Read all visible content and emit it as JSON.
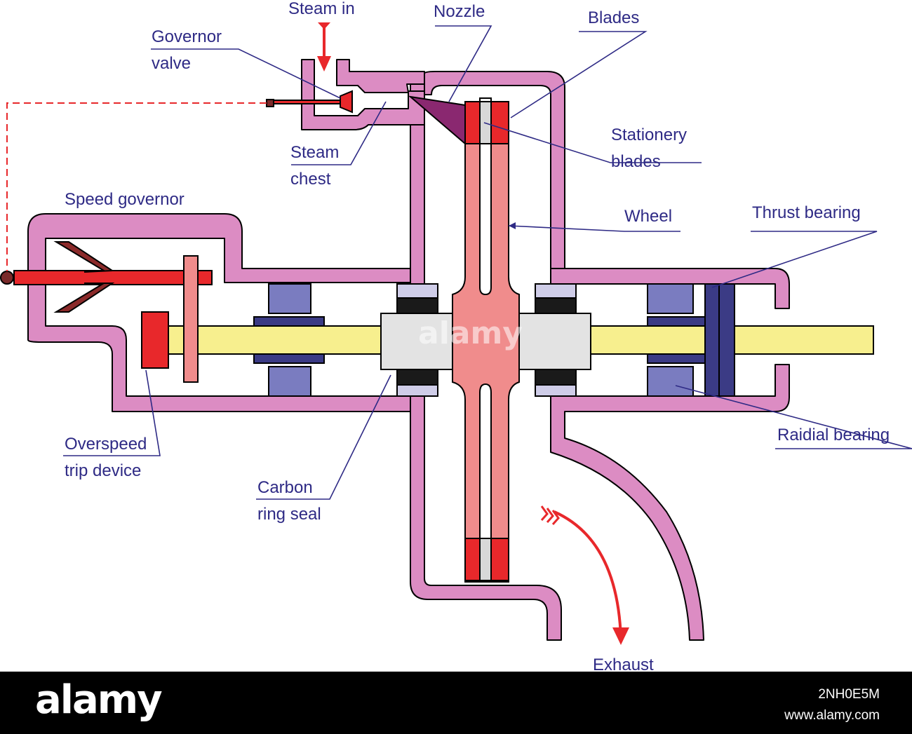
{
  "labels": {
    "steam_in": "Steam in",
    "nozzle": "Nozzle",
    "blades": "Blades",
    "governor_valve_1": "Governor",
    "governor_valve_2": "valve",
    "steam_chest_1": "Steam",
    "steam_chest_2": "chest",
    "stationary_blades_1": "Stationery",
    "stationary_blades_2": "blades",
    "speed_governor": "Speed governor",
    "wheel": "Wheel",
    "thrust_bearing": "Thrust bearing",
    "radial_bearing": "Raidial bearing",
    "overspeed_1": "Overspeed",
    "overspeed_2": "trip device",
    "carbon_seal_1": "Carbon",
    "carbon_seal_2": "ring seal",
    "exhaust": "Exhaust"
  },
  "watermark": "alamy",
  "footer": {
    "brand": "alamy",
    "image_id": "2NH0E5M",
    "url": "www.alamy.com"
  },
  "colors": {
    "casing": "#dc8cc3",
    "shaft": "#f7ef8e",
    "wheel": "#f08c8c",
    "blade_red": "#e8282b",
    "bearing": "#7a7cc0",
    "thrust": "#3b3b85",
    "seal_block": "#e3e3e3",
    "nozzle": "#8a2870",
    "label": "#2e2a85",
    "arrow": "#e8282b"
  }
}
